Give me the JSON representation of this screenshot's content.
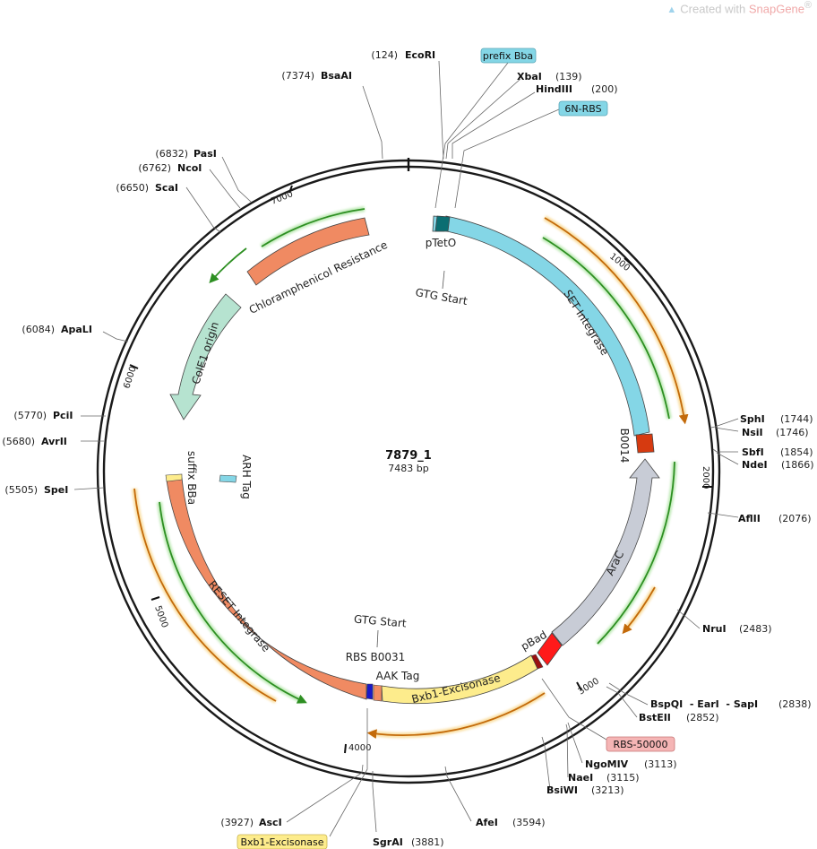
{
  "watermark": {
    "prefix": "Created with ",
    "brand": "SnapGene",
    "mark": "®"
  },
  "plasmid": {
    "name": "7879_1",
    "length_label": "7483 bp"
  },
  "ticks": [
    "1000",
    "2000",
    "3000",
    "4000",
    "5000",
    "6000",
    "7000"
  ],
  "sites_left": [
    {
      "pos": "(7374)",
      "name": "BsaAI"
    },
    {
      "pos": "(124)",
      "name": "EcoRI"
    },
    {
      "pos": "(6832)",
      "name": "PasI"
    },
    {
      "pos": "(6762)",
      "name": "NcoI"
    },
    {
      "pos": "(6650)",
      "name": "ScaI"
    },
    {
      "pos": "(6084)",
      "name": "ApaLI"
    },
    {
      "pos": "(5770)",
      "name": "PciI"
    },
    {
      "pos": "(5680)",
      "name": "AvrII"
    },
    {
      "pos": "(5505)",
      "name": "SpeI"
    },
    {
      "pos": "(3927)",
      "name": "AscI"
    }
  ],
  "sites_right": [
    {
      "name": "XbaI",
      "pos": "(139)"
    },
    {
      "name": "HindIII",
      "pos": "(200)"
    },
    {
      "name": "SphI",
      "pos": "(1744)"
    },
    {
      "name": "NsiI",
      "pos": "(1746)"
    },
    {
      "name": "SbfI",
      "pos": "(1854)"
    },
    {
      "name": "NdeI",
      "pos": "(1866)"
    },
    {
      "name": "AflII",
      "pos": "(2076)"
    },
    {
      "name": "NruI",
      "pos": "(2483)"
    },
    {
      "name": "BspQI  - EarI  - SapI",
      "pos": "(2838)"
    },
    {
      "name": "BstEII",
      "pos": "(2852)"
    },
    {
      "name": "NgoMIV",
      "pos": "(3113)"
    },
    {
      "name": "NaeI",
      "pos": "(3115)"
    },
    {
      "name": "BsiWI",
      "pos": "(3213)"
    },
    {
      "name": "AfeI",
      "pos": "(3594)"
    },
    {
      "name": "SgrAI",
      "pos": "(3881)"
    }
  ],
  "boxed_labels": [
    "prefix Bba",
    "6N-RBS",
    "RBS-50000",
    "Bxb1-Excisonase"
  ],
  "features": {
    "chlor": "Chloramphenicol Resistance",
    "cole1": "ColE1 origin",
    "set": "SET Integrase",
    "araC": "AraC",
    "reset": "RESET Integrase",
    "bxb1": "Bxb1-Excisonase",
    "ptet": "pTetO",
    "b0014": "B0014",
    "pbad": "pBad",
    "suffix": "suffix BBa",
    "arh": "ARH Tag",
    "aak": "AAK Tag",
    "rbs31": "RBS B0031",
    "gtg_top": "GTG Start",
    "gtg_bottom": "GTG Start"
  },
  "colors": {
    "chlor": "#f08a62",
    "cole1": "#b6e3d0",
    "set": "#84d6e6",
    "araC": "#c8ccd6",
    "reset": "#f08a62",
    "bxb1": "#fdec8c",
    "pbad": "#ff1a1a",
    "b0014": "#d63a10",
    "ptet": "#0b6e72",
    "orf_green": "#2d8f22",
    "orf_orange": "#c36a0a"
  }
}
